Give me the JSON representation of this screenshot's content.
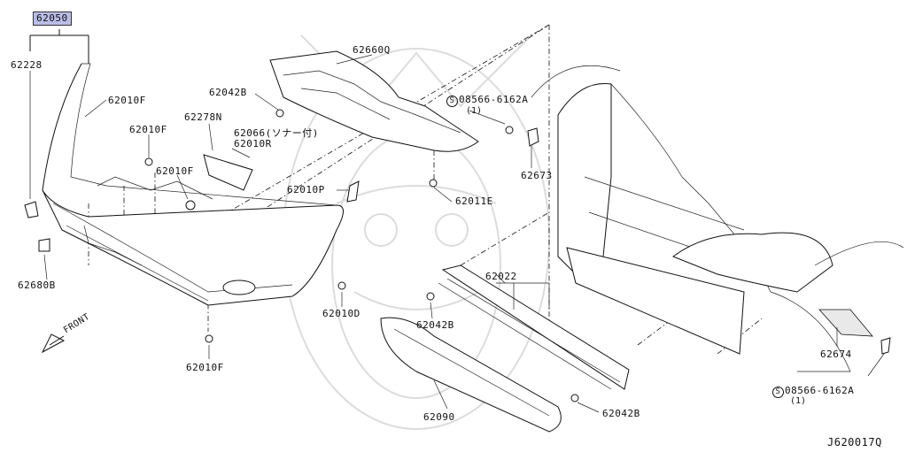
{
  "labels": {
    "p62050": "62050",
    "p62228": "62228",
    "p62010F_a": "62010F",
    "p62010F_b": "62010F",
    "p62010F_c": "62010F",
    "p62010F_d": "62010F",
    "p62042B_a": "62042B",
    "p62042B_b": "62042B",
    "p62042B_c": "62042B",
    "p62278N": "62278N",
    "p62066": "62066(ソナー付)",
    "p62010R": "62010R",
    "p62660Q": "62660Q",
    "p08566_a": "08566-6162A",
    "p08566_a_qty": "(1)",
    "p62673": "62673",
    "p62010P": "62010P",
    "p62011E": "62011E",
    "p62680B": "62680B",
    "p62010D": "62010D",
    "p62022": "62022",
    "p62090": "62090",
    "p62674": "62674",
    "p08566_b": "08566-6162A",
    "p08566_b_qty": "(1)",
    "front": "FRONT",
    "diagram_code": "J620017Q",
    "screw_symbol": "S"
  },
  "colors": {
    "highlight": "#b9bde6",
    "line": "#111111",
    "watermark": "#dcdcdc"
  }
}
